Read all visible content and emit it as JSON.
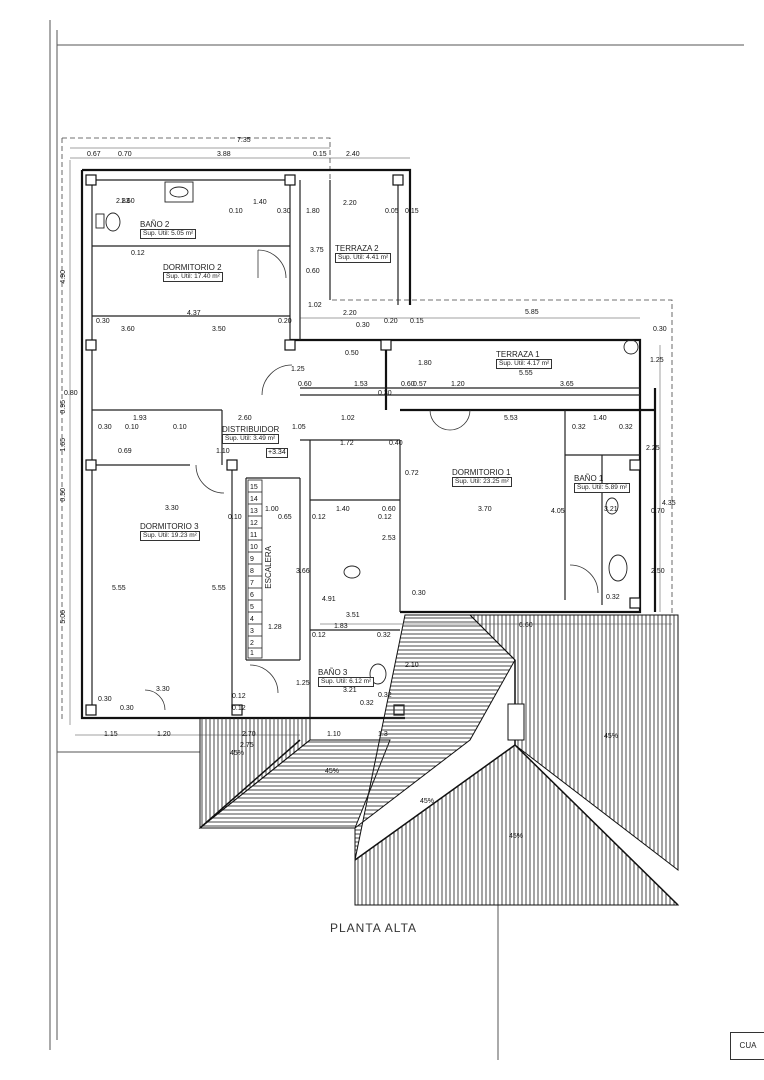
{
  "drawing": {
    "title": "PLANTA ALTA",
    "corner_tag": "CUA"
  },
  "rooms": [
    {
      "name": "BAÑO 2",
      "sup": "Sup. Util: 5.05 m²"
    },
    {
      "name": "TERRAZA 2",
      "sup": "Sup. Util: 4.41 m²"
    },
    {
      "name": "DORMITORIO 2",
      "sup": "Sup. Util: 17.40 m²"
    },
    {
      "name": "TERRAZA 1",
      "sup": "Sup. Util: 4.17 m²"
    },
    {
      "name": "DISTRIBUIDOR",
      "sup": "Sup. Util: 3.49 m²"
    },
    {
      "name": "DORMITORIO 1",
      "sup": "Sup. Util: 23.25 m²"
    },
    {
      "name": "BAÑO 1",
      "sup": "Sup. Util: 5.89 m²"
    },
    {
      "name": "DORMITORIO 3",
      "sup": "Sup. Util: 19.23 m²"
    },
    {
      "name": "BAÑO 3",
      "sup": "Sup. Util: 6.12 m²"
    },
    {
      "name": "ESCALERA",
      "sup": ""
    }
  ],
  "level_mark": "+3.34",
  "slopes": [
    "45%",
    "45%",
    "45%",
    "45%",
    "45%"
  ],
  "dimensions": {
    "top": [
      "7.35",
      "0.67",
      "0.70",
      "3.88",
      "0.15",
      "2.40"
    ],
    "bano2": [
      "2.83",
      "1.40",
      "0.30",
      "0.10",
      "1.60",
      "1.80",
      "0.12",
      "2.20",
      "0.05",
      "0.15"
    ],
    "terraza2": [
      "3.75",
      "0.60",
      "0.30",
      "2.20",
      "0.20"
    ],
    "dorm2": [
      "4.37",
      "3.60",
      "3.50",
      "0.30",
      "0.20",
      "1.02"
    ],
    "right_top": [
      "5.85",
      "0.15",
      "0.30",
      "1.25",
      "5.55",
      "3.65",
      "1.20",
      "0.57",
      "0.60",
      "1.53",
      "1.80"
    ],
    "middle": [
      "1.25",
      "0.50",
      "0.80",
      "0.60",
      "0.30",
      "1.93",
      "0.10",
      "0.10",
      "0.30",
      "2.60",
      "1.05",
      "1.02",
      "1.72",
      "0.40",
      "5.53",
      "1.40",
      "0.32",
      "0.32",
      "2.25"
    ],
    "dorm3": [
      "3.30",
      "5.55",
      "5.55",
      "0.10",
      "0.12",
      "0.30",
      "1.10",
      "0.69"
    ],
    "stairs_steps": [
      "15",
      "14",
      "13",
      "12",
      "11",
      "10",
      "9",
      "8",
      "7",
      "6",
      "5",
      "4",
      "3",
      "2",
      "1"
    ],
    "stairs_dims": [
      "1.00",
      "0.65",
      "3.66",
      "1.28",
      "0.12",
      "1.40",
      "0.60",
      "0.12",
      "2.53",
      "0.72",
      "4.91",
      "3.51",
      "1.83",
      "0.12",
      "0.32"
    ],
    "dorm1": [
      "3.70",
      "4.05",
      "3.21",
      "0.70",
      "4.35",
      "2.50",
      "0.30",
      "0.32",
      "6.60"
    ],
    "bano3": [
      "1.25",
      "3.21",
      "0.32",
      "0.32",
      "2.10"
    ],
    "left": [
      "4.90",
      "0.95",
      "1.65",
      "0.50",
      "5.06"
    ],
    "bottom": [
      "1.15",
      "1.20",
      "3.30",
      "0.30",
      "0.12",
      "2.70",
      "2.75",
      "1.10",
      "1.3"
    ]
  }
}
